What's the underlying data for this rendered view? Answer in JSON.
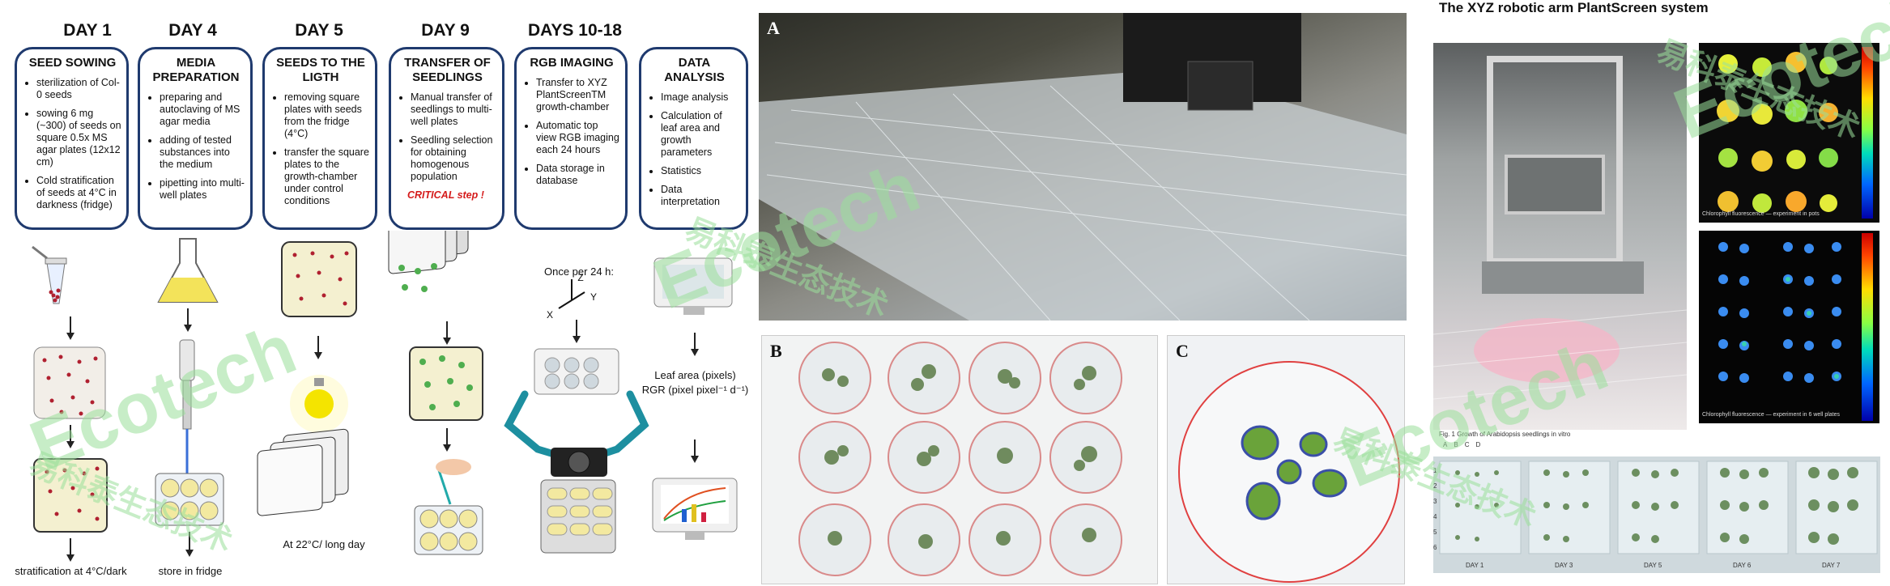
{
  "workflow": {
    "days": [
      "DAY 1",
      "DAY 4",
      "DAY 5",
      "DAY 9",
      "DAYS 10-18"
    ],
    "steps": [
      {
        "title": "SEED SOWING",
        "items": [
          "sterilization of Col-0 seeds",
          "sowing 6 mg (~300) of seeds on square  0.5x MS agar plates (12x12 cm)",
          "Cold stratification of seeds at 4°C in darkness (fridge)"
        ]
      },
      {
        "title": "MEDIA PREPARATION",
        "items": [
          "preparing and autoclaving of MS agar media",
          "adding of tested substances into the medium",
          "pipetting into multi-well plates"
        ]
      },
      {
        "title": "SEEDS TO THE LIGTH",
        "items": [
          "removing square plates with seeds from  the fridge (4°C)",
          "transfer the square plates to the growth-chamber under control conditions"
        ]
      },
      {
        "title": "TRANSFER OF SEEDLINGS",
        "items": [
          "Manual transfer of seedlings to multi-well plates",
          "Seedling selection for obtaining homogenous population"
        ],
        "critical": "CRITICAL step !"
      },
      {
        "title": "RGB IMAGING",
        "items": [
          "Transfer to XYZ PlantScreenTM growth-chamber",
          "Automatic top view RGB imaging each 24 hours",
          "Data storage in database"
        ]
      },
      {
        "title": "DATA ANALYSIS",
        "items": [
          "Image analysis",
          "Calculation of leaf area and growth parameters",
          "Statistics",
          "Data interpretation"
        ]
      }
    ],
    "captions": {
      "stratification": "stratification at 4°C/dark",
      "fridge": "store in fridge",
      "growth": "At 22°C/ long day",
      "imaging": "Once per 24 h:",
      "axis_x": "X",
      "axis_y": "Y",
      "axis_z": "Z",
      "leaf_area": "Leaf area (pixels)",
      "rgr": "RGR (pixel pixel⁻¹ d⁻¹)"
    }
  },
  "photos": {
    "a": "A",
    "b": "B",
    "c": "C"
  },
  "system": {
    "title": "The XYZ robotic arm PlantScreen system",
    "fluor_top_caption": "Chlorophyll fluorescence — experiment in pots",
    "fluor_bot_caption": "Chlorophyll fluorescence — experiment in 6 well plates",
    "growth_caption": "Fig. 1 Growth of Arabidopsis seedlings in vitro",
    "growth_cols": [
      "A",
      "B",
      "C",
      "D"
    ],
    "growth_rows": [
      "1",
      "2",
      "3",
      "4",
      "5",
      "6"
    ],
    "growth_days": [
      "DAY 1",
      "DAY 3",
      "DAY 5",
      "DAY 6",
      "DAY 7"
    ]
  },
  "watermarks": {
    "brand": "Ecotech",
    "chinese": "易科泰生态技术"
  },
  "colors": {
    "box_border": "#1f3a6e",
    "critical": "#d51b1b",
    "plant": "#4f8f2e",
    "watermark": "#9be09b"
  }
}
